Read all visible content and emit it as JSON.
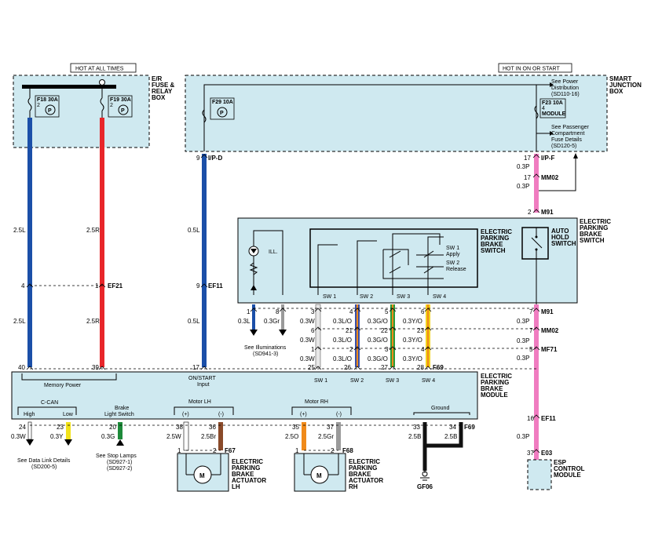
{
  "headers": {
    "hot_always": "HOT AT ALL TIMES",
    "hot_on_start": "HOT IN ON OR START"
  },
  "boxes": {
    "er_fuse_relay": [
      "E/R",
      "FUSE &",
      "RELAY",
      "BOX"
    ],
    "smart_junction": [
      "SMART",
      "JUNCTION",
      "BOX"
    ],
    "epb_switch_outer": [
      "ELECTRIC",
      "PARKING",
      "BRAKE",
      "SWITCH"
    ],
    "epb_switch_inner": [
      "ELECTRIC",
      "PARKING",
      "BRAKE",
      "SWITCH"
    ],
    "auto_hold": [
      "AUTO",
      "HOLD",
      "SWITCH"
    ],
    "epb_module": [
      "ELECTRIC",
      "PARKING",
      "BRAKE",
      "MODULE"
    ],
    "actuator_lh": [
      "ELECTRIC",
      "PARKING",
      "BRAKE",
      "ACTUATOR",
      "LH"
    ],
    "actuator_rh": [
      "ELECTRIC",
      "PARKING",
      "BRAKE",
      "ACTUATOR",
      "RH"
    ],
    "esp": [
      "ESP",
      "CONTROL",
      "MODULE"
    ]
  },
  "fuses": {
    "f18": "F18 30A",
    "f19": "F19 30A",
    "f29": "F29 10A",
    "f23": "F23 10A",
    "module": "MODULE",
    "pin2": "2",
    "pin4": "4",
    "p": "P"
  },
  "references": {
    "power_dist": [
      "See Power",
      "Distribution",
      "(SD110-16)"
    ],
    "passenger": [
      "See Passenger",
      "Compartment",
      "Fuse Details",
      "(SD120-5)"
    ],
    "illum": [
      "See Illuminations",
      "(SD941-3)"
    ],
    "data_link": [
      "See Data Link Details",
      "(SD200-5)"
    ],
    "stop_lamps": [
      "See Stop Lamps",
      "(SD927-1)",
      "(SD927-2)"
    ]
  },
  "connectors": {
    "ipd": "I/P-D",
    "ipf": "I/P-F",
    "mm02": "MM02",
    "m91": "M91",
    "ef21": "EF21",
    "ef11": "EF11",
    "mf71": "MF71",
    "f69": "F69",
    "f67": "F67",
    "f68": "F68",
    "e03": "E03",
    "gf06": "GF06"
  },
  "wires": {
    "w25l": "2.5L",
    "w25r": "2.5R",
    "w05l": "0.5L",
    "w03p": "0.3P",
    "w03l": "0.3L",
    "w03gr": "0.3Gr",
    "w03w": "0.3W",
    "w03lo": "0.3L/O",
    "w03go": "0.3G/O",
    "w03yo": "0.3Y/O",
    "w03y": "0.3Y",
    "w03g": "0.3G",
    "w25w": "2.5W",
    "w25br": "2.5Br",
    "w25o": "2.5O",
    "w25gr": "2.5Gr",
    "w25b": "2.5B"
  },
  "pins": {
    "p1": "1",
    "p2": "2",
    "p3": "3",
    "p4": "4",
    "p5": "5",
    "p6": "6",
    "p7": "7",
    "p8": "8",
    "p9": "9",
    "p16": "16",
    "p17": "17",
    "p20": "20",
    "p21": "21",
    "p22": "22",
    "p23": "23",
    "p24": "24",
    "p25": "25",
    "p26": "26",
    "p27": "27",
    "p28": "28",
    "p33": "33",
    "p34": "34",
    "p35": "35",
    "p36": "36",
    "p37": "37",
    "p38": "38",
    "p39": "39",
    "p40": "40"
  },
  "switch_labels": {
    "sw1": "SW 1",
    "sw2": "SW 2",
    "sw3": "SW 3",
    "sw4": "SW 4",
    "apply": "Apply",
    "sw2_line": "SW 2",
    "release": "Release",
    "ill": "ILL."
  },
  "module_labels": {
    "memory_power": "Memory Power",
    "on_start": "ON/START",
    "input": "Input",
    "ccan": "C-CAN",
    "high": "High",
    "low": "Low",
    "brake": "Brake",
    "light_switch": "Light Switch",
    "motor_lh": "Motor LH",
    "motor_rh": "Motor RH",
    "plus": "(+)",
    "minus": "(-)",
    "ground": "Ground",
    "motor": "M"
  },
  "colors": {
    "blue": "#1b4fa8",
    "red": "#e8262a",
    "pink": "#f07cc0",
    "white_wire": "#e8e8e8",
    "grey": "#9a9a9a",
    "blue_orange": "#3a50a8",
    "green_orange": "#2a9a3a",
    "yellow_orange": "#f2d21a",
    "yellow": "#f2e21a",
    "green": "#1e8a3a",
    "brown": "#8a4a2a",
    "orange": "#f08a1a",
    "black": "#111111",
    "box_fill": "#cfe9f0"
  }
}
